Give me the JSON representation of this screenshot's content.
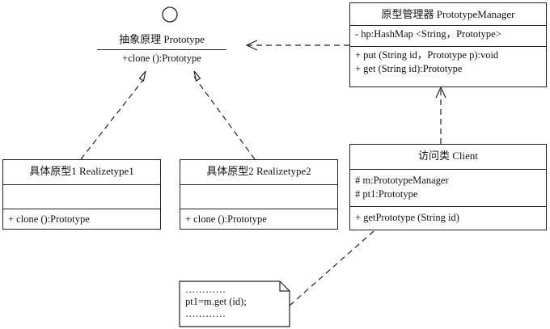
{
  "interface": {
    "title": "抽象原理  Prototype",
    "operation": "+clone ():Prototype"
  },
  "manager": {
    "title": "原型管理器  PrototypeManager",
    "attribute": "- hp:HashMap <String，Prototype>",
    "operations": [
      "+ put (String id，Prototype p):void",
      "+ get (String id):Prototype"
    ]
  },
  "concrete1": {
    "title": "具体原型1  Realizetype1",
    "operation": "+ clone ():Prototype"
  },
  "concrete2": {
    "title": "具体原型2  Realizetype2",
    "operation": "+ clone ():Prototype"
  },
  "client": {
    "title": "访问类  Client",
    "attributes": [
      "# m:PrototypeManager",
      "# pt1:Prototype"
    ],
    "operation": "+ getPrototype (String id)"
  },
  "note": {
    "lines": [
      "…………",
      "pt1=m.get (id);",
      "…………"
    ]
  }
}
